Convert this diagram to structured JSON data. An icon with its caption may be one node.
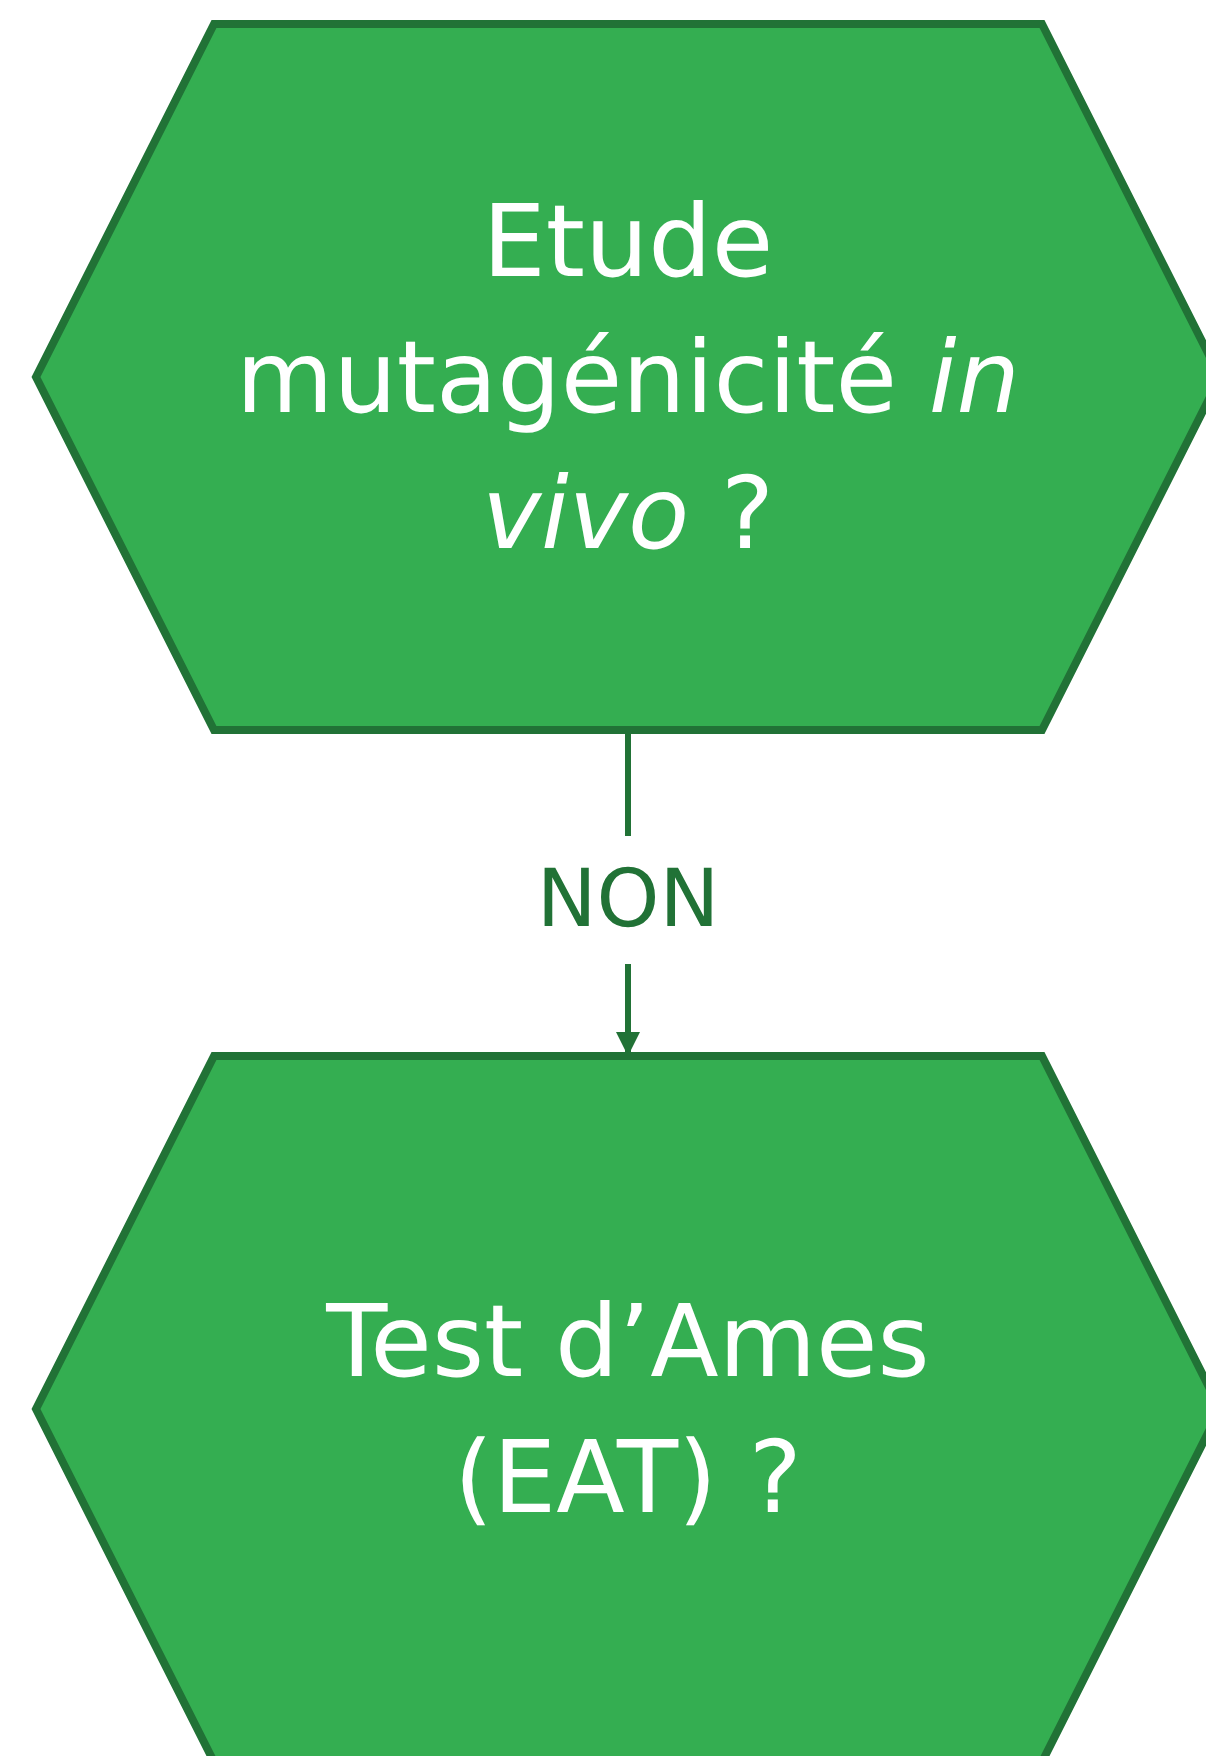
{
  "diagram": {
    "nodes": [
      {
        "text": [
          "Etude mutagénicité *in vivo* ?"
        ]
      },
      {
        "text": [
          "Test d’Ames (EAT) ?"
        ]
      }
    ],
    "edges": [
      {
        "from": 0,
        "to": 1,
        "arrow": "to",
        "label": "NON"
      }
    ]
  }
}
